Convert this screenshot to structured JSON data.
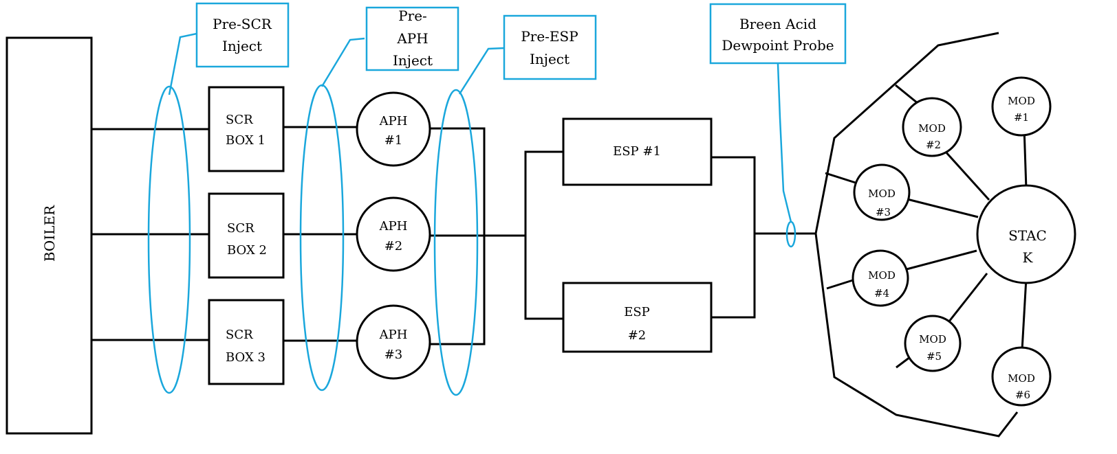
{
  "boiler": {
    "label": "BOILER"
  },
  "scr_boxes": [
    {
      "line1": "SCR",
      "line2": "BOX 1"
    },
    {
      "line1": "SCR",
      "line2": "BOX 2"
    },
    {
      "line1": "SCR",
      "line2": "BOX 3"
    }
  ],
  "aph": [
    {
      "line1": "APH",
      "line2": "#1"
    },
    {
      "line1": "APH",
      "line2": "#2"
    },
    {
      "line1": "APH",
      "line2": "#3"
    }
  ],
  "esp": [
    {
      "line1": "ESP #1",
      "line2": ""
    },
    {
      "line1": "ESP",
      "line2": "#2"
    }
  ],
  "callouts": {
    "pre_scr": {
      "line1": "Pre-SCR",
      "line2": "Inject"
    },
    "pre_aph": {
      "line1": "Pre-",
      "line2": "APH",
      "line3": "Inject"
    },
    "pre_esp": {
      "line1": "Pre-ESP",
      "line2": "Inject"
    },
    "probe": {
      "line1": "Breen Acid",
      "line2": "Dewpoint Probe"
    }
  },
  "mods": [
    {
      "line1": "MOD",
      "line2": "#1"
    },
    {
      "line1": "MOD",
      "line2": "#2"
    },
    {
      "line1": "MOD",
      "line2": "#3"
    },
    {
      "line1": "MOD",
      "line2": "#4"
    },
    {
      "line1": "MOD",
      "line2": "#5"
    },
    {
      "line1": "MOD",
      "line2": "#6"
    }
  ],
  "stack": {
    "line1": "STAC",
    "line2": "K"
  }
}
